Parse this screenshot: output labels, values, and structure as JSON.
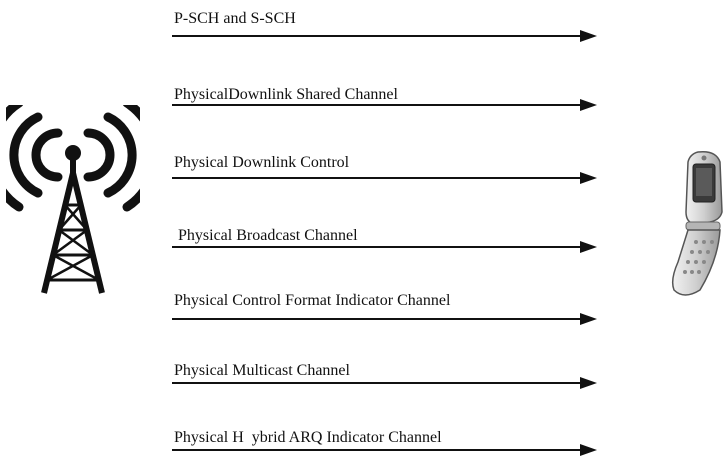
{
  "diagram": {
    "channels": [
      {
        "label": "P-SCH and S-SCH"
      },
      {
        "label": "PhysicalDownlink Shared Channel"
      },
      {
        "label": "Physical Downlink Control"
      },
      {
        "label": "Physical Broadcast Channel"
      },
      {
        "label": "Physical Control Format Indicator Channel"
      },
      {
        "label": "Physical Multicast Channel"
      },
      {
        "label": "Physical H  ybrid ARQ Indicator Channel"
      }
    ],
    "icons": {
      "transmitter": "cell-tower-icon",
      "receiver": "mobile-phone-icon"
    },
    "colors": {
      "ink": "#111111",
      "phone_body": "#d9d9d9",
      "phone_screen": "#3a3a3a"
    }
  }
}
